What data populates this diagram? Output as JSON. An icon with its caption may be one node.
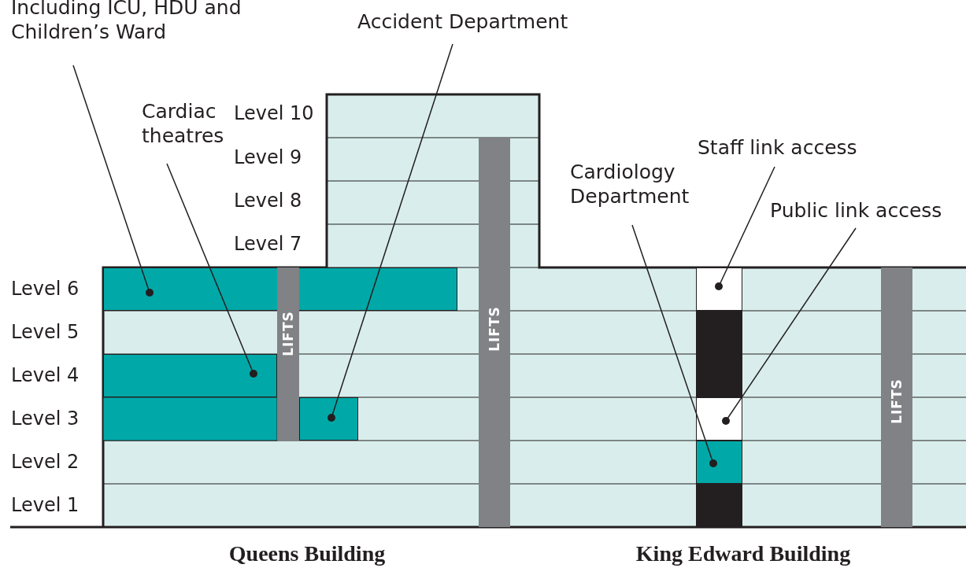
{
  "diagram": {
    "nodes": [
      {
        "text": [
          "Including ICU, HDU and Children’s Ward"
        ]
      },
      {
        "text": [
          "Cardiac theatres"
        ]
      },
      {
        "text": [
          "Accident Department"
        ]
      },
      {
        "text": [
          "Cardiology Department"
        ]
      },
      {
        "text": [
          "Staff link access"
        ]
      },
      {
        "text": [
          "Public link access"
        ]
      },
      {
        "text": [],
        "shape": "box"
      },
      {
        "text": [],
        "shape": "box"
      },
      {
        "text": [],
        "shape": "box"
      },
      {
        "text": [],
        "shape": "box"
      },
      {
        "text": [],
        "shape": "box"
      },
      {
        "text": [],
        "shape": "box"
      },
      {
        "text": [
          "LIFTS"
        ]
      },
      {
        "text": [
          "LIFTS"
        ]
      },
      {
        "text": [
          "LIFTS"
        ]
      }
    ],
    "edges": [
      {
        "from": 0,
        "to": 6,
        "arrow": "other"
      },
      {
        "from": 1,
        "to": 7,
        "arrow": "other"
      },
      {
        "from": 2,
        "to": 8,
        "arrow": "other"
      },
      {
        "from": 3,
        "to": 11,
        "arrow": "other"
      },
      {
        "from": 4,
        "to": 9,
        "arrow": "other"
      },
      {
        "from": 5,
        "to": 10,
        "arrow": "other"
      }
    ],
    "labels": [
      "Level 10",
      "Level 9",
      "Level 8",
      "Level 7",
      "Level 6",
      "Level 5",
      "Level 4",
      "Level 3",
      "Level 2",
      "Level 1",
      "Queens Building",
      "King Edward Building"
    ]
  }
}
